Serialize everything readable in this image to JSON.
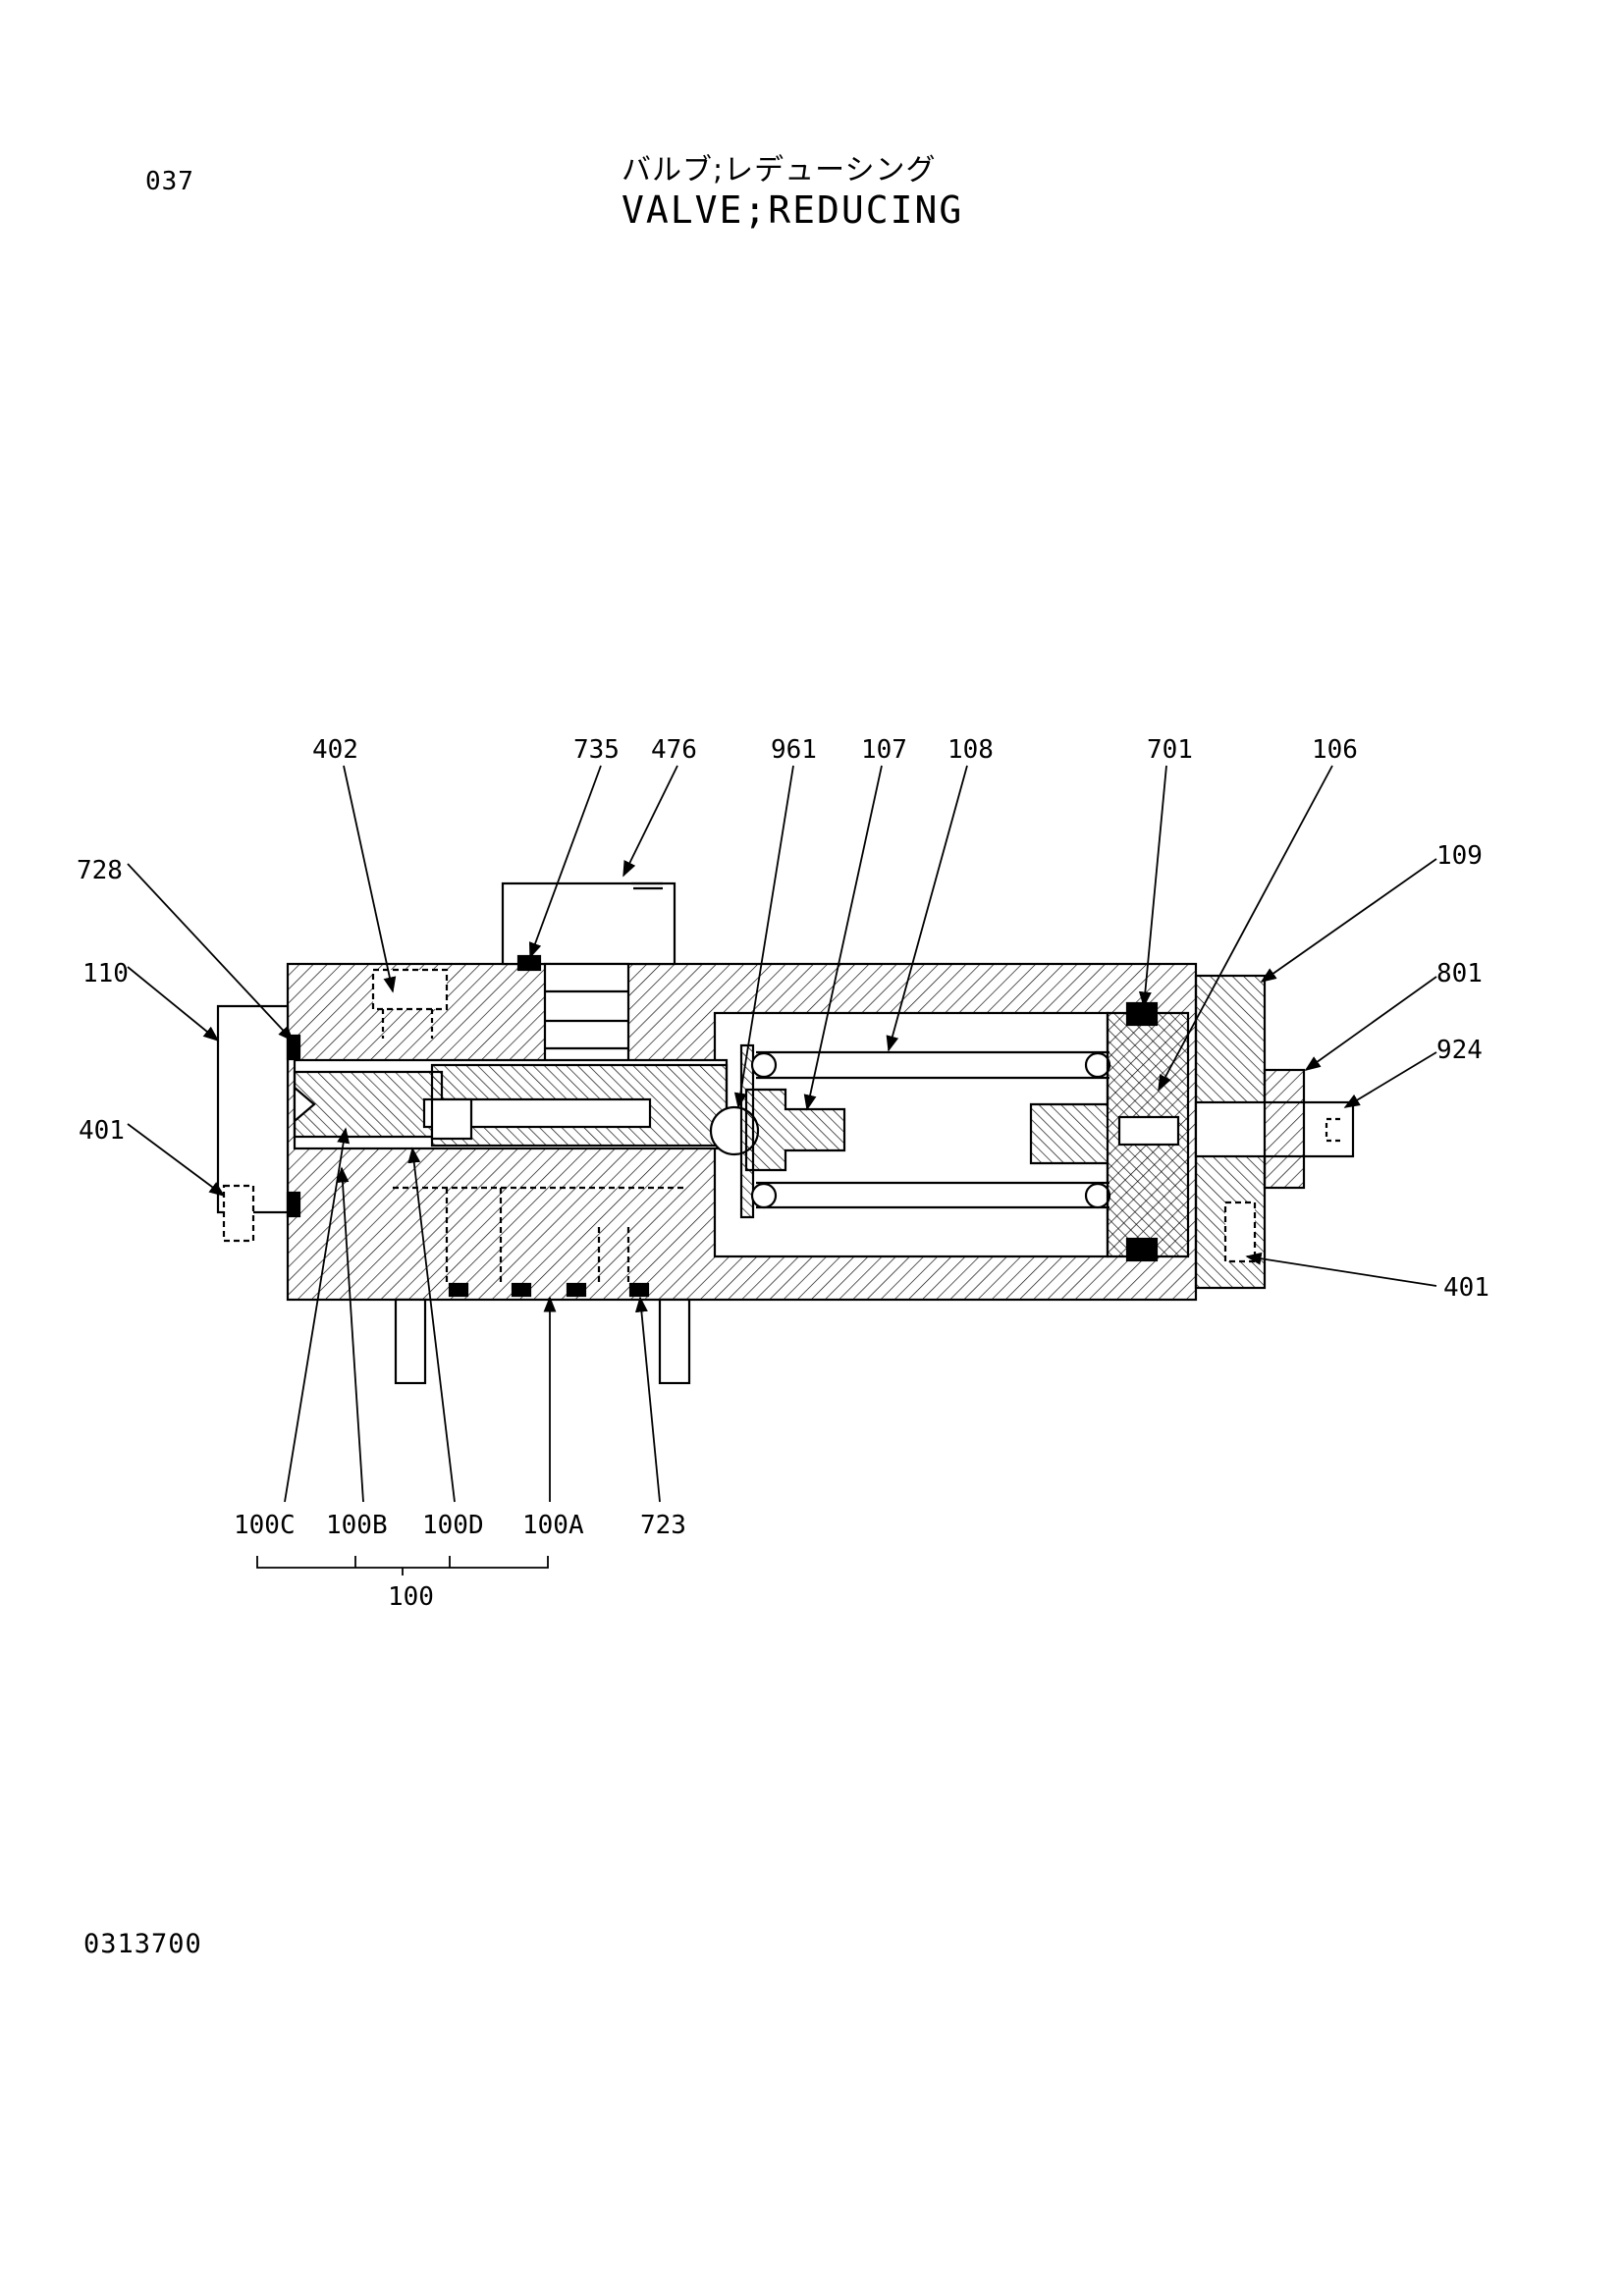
{
  "header": {
    "page_number": "037",
    "title_jp": "バルブ;レデューシング",
    "title_en": "VALVE;REDUCING"
  },
  "footer": {
    "drawing_number": "0313700"
  },
  "callouts": {
    "c402": "402",
    "c735": "735",
    "c476": "476",
    "c961": "961",
    "c107": "107",
    "c108": "108",
    "c701": "701",
    "c106": "106",
    "c109": "109",
    "c801": "801",
    "c924": "924",
    "c728": "728",
    "c110": "110",
    "c401_left": "401",
    "c401_right": "401",
    "c100C": "100C",
    "c100B": "100B",
    "c100D": "100D",
    "c100A": "100A",
    "c723": "723",
    "c100": "100"
  }
}
